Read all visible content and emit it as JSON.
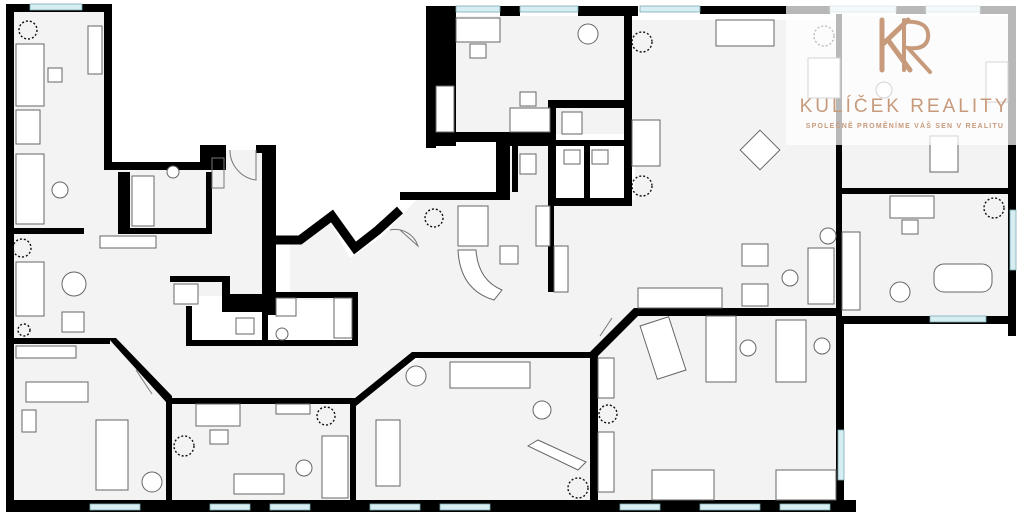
{
  "brand": {
    "name": "KULÍČEK REALITY",
    "tagline": "SPOLEČNĚ PROMĚNÍME VÁŠ SEN V REALITU",
    "logo_letters": "KR",
    "color": "#c79a7c"
  },
  "plan": {
    "wall_color": "#000000",
    "floor_color": "#f3f3f3",
    "window_color": "#d6eef2"
  }
}
